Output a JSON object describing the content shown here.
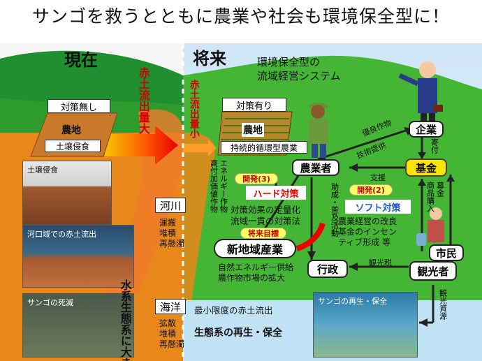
{
  "title": "サンゴを救うとともに農業や社会も環境保全型に！",
  "left": {
    "header": "現在",
    "no_measures": "対策無し",
    "farm": "農地",
    "erosion": "土壌侵食",
    "photo_erosion": "土壌侵食",
    "photo_estuary": "河口域での赤土流出",
    "photo_coral_death": "サンゴの死滅"
  },
  "center": {
    "red_soil_large": "赤土流出量大",
    "red_soil_small": "赤土流出量小",
    "river": "河川",
    "river_items": [
      "運搬",
      "堆積",
      "再懸濁"
    ],
    "ocean": "海洋",
    "ocean_items": [
      "拡散",
      "堆積",
      "再懸濁"
    ],
    "damage": "水系生態系に大きな被害"
  },
  "right": {
    "header": "将来",
    "subtitle_1": "環境保全型の",
    "subtitle_2": "流域経営システム",
    "with_measures": "対策有り",
    "farm": "農地",
    "sustainable": "持続的循環型農業",
    "farmers": "農業者",
    "company": "企業",
    "fund": "基金",
    "citizens": "市民",
    "tourists": "観光者",
    "government": "行政",
    "new_industry": "新地域産業",
    "dev3": "開発(3)",
    "hard": "ハード対策",
    "dev2": "開発(2)",
    "soft": "ソフト対策",
    "goal": "将来目標",
    "hard_desc_1": "対策効果の定量化",
    "hard_desc_2": "流域一貫の対策法",
    "soft_desc_1": "農業経営の改良",
    "soft_desc_2": "基金のインセン",
    "soft_desc_3": "ティブ形成 等",
    "energy": "エネルギー作物",
    "high_value": "高付加価値作物",
    "advice": "助成・普及活動",
    "preferred_crops": "優良作物",
    "tech_offer": "技術提供",
    "donation": "寄付",
    "support": "支援",
    "fund_raising": "募金",
    "goods_purchase": "商品購入",
    "tourism_tax": "観光税",
    "tourism_resource": "観光資源",
    "new_desc_1": "自然エネルギー供給",
    "new_desc_2": "農作物市場の拡大",
    "min_outflow": "最小限度の赤土流出",
    "eco_restore": "生態系の再生・保全",
    "photo_coral_restore": "サンゴの再生・保全"
  }
}
